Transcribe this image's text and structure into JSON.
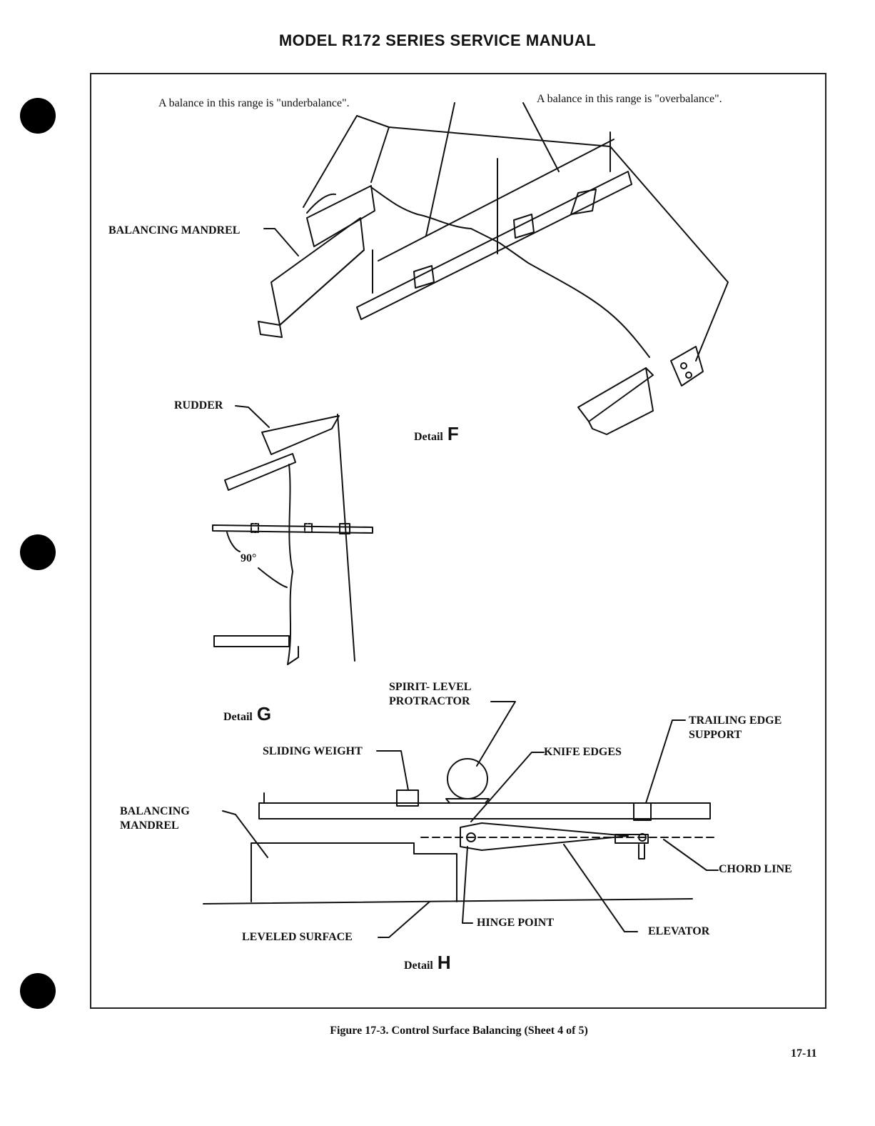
{
  "header": {
    "title": "MODEL R172 SERIES SERVICE MANUAL"
  },
  "detail_f": {
    "underbalance_note": "A balance in this range is \"underbalance\".",
    "overbalance_note": "A balance in this range is \"overbalance\".",
    "balancing_mandrel_label": "BALANCING MANDREL",
    "detail_word": "Detail",
    "detail_letter": "F"
  },
  "detail_g": {
    "rudder_label": "RUDDER",
    "angle_label": "90°",
    "detail_word": "Detail",
    "detail_letter": "G"
  },
  "detail_h": {
    "spirit_level_label_line1": "SPIRIT- LEVEL",
    "spirit_level_label_line2": "PROTRACTOR",
    "trailing_edge_label_line1": "TRAILING EDGE",
    "trailing_edge_label_line2": "SUPPORT",
    "sliding_weight_label": "SLIDING WEIGHT",
    "knife_edges_label": "KNIFE EDGES",
    "balancing_mandrel_line1": "BALANCING",
    "balancing_mandrel_line2": "MANDREL",
    "chord_line_label": "CHORD LINE",
    "hinge_point_label": "HINGE POINT",
    "elevator_label": "ELEVATOR",
    "leveled_surface_label": "LEVELED SURFACE",
    "detail_word": "Detail",
    "detail_letter": "H"
  },
  "footer": {
    "caption": "Figure 17-3.  Control Surface Balancing (Sheet 4 of 5)",
    "page_number": "17-11"
  }
}
